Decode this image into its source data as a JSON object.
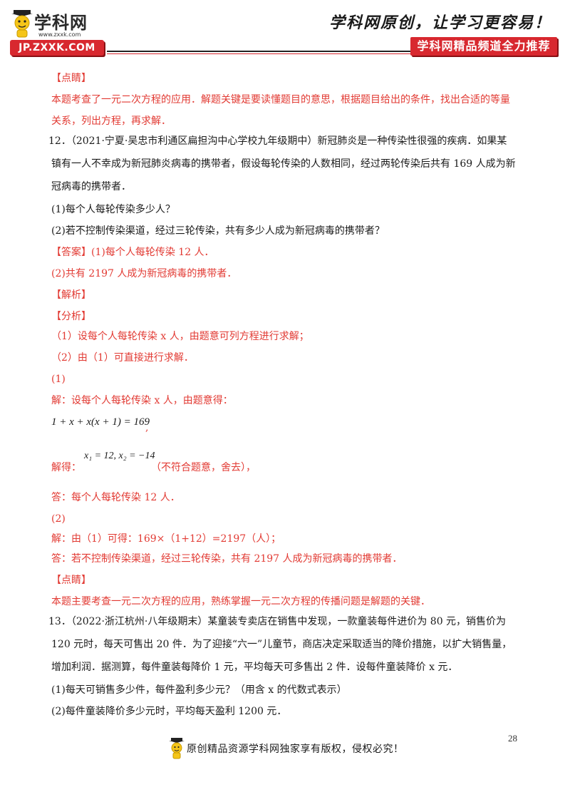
{
  "header": {
    "logo_text": "学科网",
    "logo_url": "www.zxxk.com",
    "badge": "JP.ZXXK.COM",
    "slogan": "学科网原创，让学习更容易！",
    "recommend": "学科网精品频道全力推荐"
  },
  "body": {
    "l1": "【点睛】",
    "l2": "本题考查了一元二次方程的应用．解题关键是要读懂题目的意思，根据题目给出的条件，找出合适的等量",
    "l3": "关系，列出方程，再求解．",
    "l4": "12．（2021·宁夏·吴忠市利通区扁担沟中心学校九年级期中）新冠肺炎是一种传染性很强的疾病．如果某",
    "l5": "镇有一人不幸成为新冠肺炎病毒的携带者，假设每轮传染的人数相同，经过两轮传染后共有 169 人成为新",
    "l6": "冠病毒的携带者．",
    "l7": "(1)每个人每轮传染多少人？",
    "l8": "(2)若不控制传染渠道，经过三轮传染，共有多少人成为新冠病毒的携带者？",
    "l9": "【答案】(1)每个人每轮传染 12 人．",
    "l10": "(2)共有 2197 人成为新冠病毒的携带者．",
    "l11": "【解析】",
    "l12": "【分析】",
    "l13": "（1）设每个人每轮传染 x 人，由题意可列方程进行求解；",
    "l14": "（2）由（1）可直接进行求解．",
    "l15": "(1)",
    "l16": "解：设每个人每轮传染 x 人，由题意得：",
    "eq1": "1 + x + x(x + 1) = 169",
    "eq1_comma": ",",
    "l17_prefix": "解得：",
    "eq2": "x₁ = 12, x₂ = −14",
    "l17_suffix": "（不符合题意，舍去），",
    "l18": "答：每个人每轮传染 12 人．",
    "l19": "(2)",
    "l20": "解：由（1）可得：169×（1+12）=2197（人）；",
    "l21": "答：若不控制传染渠道，经过三轮传染，共有 2197 人成为新冠病毒的携带者．",
    "l22": "【点睛】",
    "l23": "本题主要考查一元二次方程的应用，熟练掌握一元二次方程的传播问题是解题的关键．",
    "l24": "13．（2022·浙江杭州·八年级期末）某童装专卖店在销售中发现，一款童装每件进价为 80 元，销售价为",
    "l25": "120 元时，每天可售出 20 件．为了迎接“六一”儿童节，商店决定采取适当的降价措施，以扩大销售量，",
    "l26": "增加利润．据测算，每件童装每降价 1 元，平均每天可多售出 2 件．设每件童装降价 x 元．",
    "l27": "(1)每天可销售多少件，每件盈利多少元？（用含 x 的代数式表示）",
    "l28": "(2)每件童装降价多少元时，平均每天盈利 1200 元．"
  },
  "footer": {
    "page_number": "28",
    "copyright": "原创精品资源学科网独家享有版权，侵权必究！"
  },
  "colors": {
    "accent_red": "#e23a33",
    "badge_red": "#d8282f",
    "text": "#1a1a1a"
  }
}
